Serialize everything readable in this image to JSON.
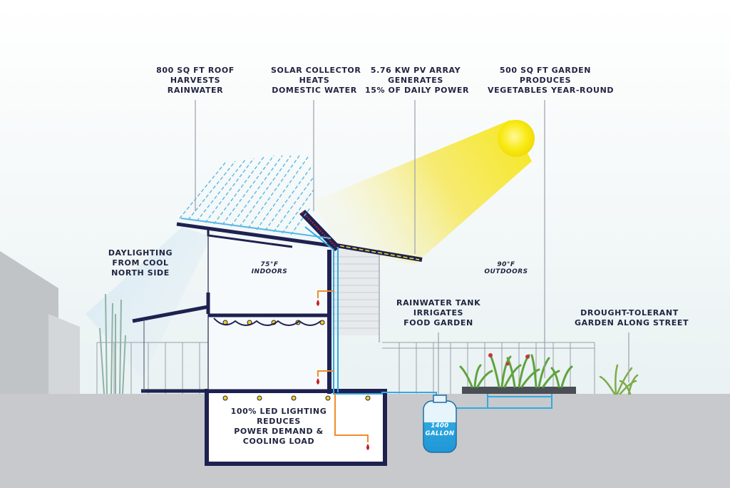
{
  "callouts": {
    "roof": [
      "800 SQ FT ROOF",
      "HARVESTS",
      "RAINWATER"
    ],
    "solar_collector": [
      "SOLAR COLLECTOR",
      "HEATS",
      "DOMESTIC WATER"
    ],
    "pv_array": [
      "5.76 KW PV ARRAY",
      "GENERATES",
      "15% OF DAILY POWER"
    ],
    "garden": [
      "500 SQ FT GARDEN",
      "PRODUCES",
      "VEGETABLES YEAR-ROUND"
    ],
    "daylighting": [
      "DAYLIGHTING",
      "FROM COOL",
      "NORTH SIDE"
    ],
    "rainwater_tank": [
      "RAINWATER TANK",
      "IRRIGATES",
      "FOOD GARDEN"
    ],
    "street_garden": [
      "DROUGHT-TOLERANT",
      "GARDEN ALONG STREET"
    ],
    "led": [
      "100% LED LIGHTING",
      "REDUCES",
      "POWER DEMAND &",
      "COOLING LOAD"
    ]
  },
  "temperatures": {
    "indoors_value": "75°F",
    "indoors_label": "INDOORS",
    "outdoors_value": "90°F",
    "outdoors_label": "OUTDOORS"
  },
  "tank": {
    "line1": "1400",
    "line2": "GALLON"
  },
  "colors": {
    "structure": "#1e2150",
    "water": "#33a9e0",
    "hot_water": "#f08c2a",
    "sun": "#f7ea1a",
    "ground": "#c7c9cc",
    "neighbor": "#c1c4c7",
    "drop": "#c81e2a",
    "light": "#f3d21b"
  }
}
